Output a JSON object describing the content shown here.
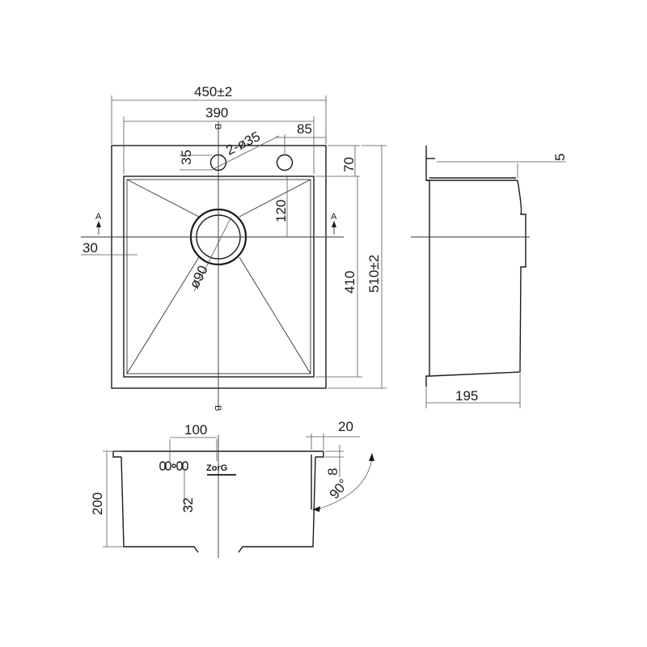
{
  "dimensions": {
    "overall_width": "450±2",
    "inner_width": "390",
    "holes": "2-ø35",
    "hole_offset": "85",
    "hole_height": "35",
    "flange_offset": "70",
    "flange_thickness": "5",
    "drain_offset": "120",
    "side_margin": "30",
    "drain_diameter": "ø90",
    "bowl_height": "410",
    "overall_height": "510±2",
    "side_depth": "195",
    "overflow_spacing": "100",
    "lip_width": "20",
    "bowl_depth": "200",
    "overflow_height": "32",
    "lip_height": "8",
    "angle": "90°"
  },
  "section_marks": {
    "left": "A",
    "right": "A",
    "top": "B",
    "bottom": "B"
  },
  "brand_logo": "ZorG"
}
